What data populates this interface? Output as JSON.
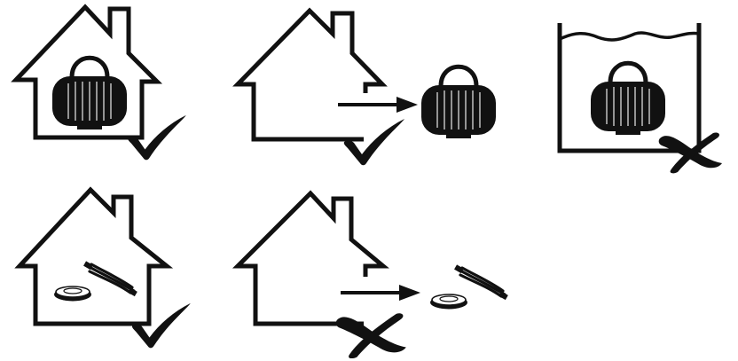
{
  "colors": {
    "ink": "#111111",
    "background": "#ffffff",
    "highlight": "#ffffff"
  },
  "panels": [
    {
      "id": "lamp-indoor",
      "scene": "house",
      "object": "lantern-lamp",
      "placement": "inside",
      "status": "allowed",
      "status_icon": "check-icon"
    },
    {
      "id": "lamp-outdoor",
      "scene": "house-with-exit-arrow",
      "object": "lantern-lamp",
      "placement": "outside",
      "status": "allowed",
      "status_icon": "check-icon"
    },
    {
      "id": "lamp-submerged",
      "scene": "water-tank",
      "object": "lantern-lamp",
      "placement": "in-water",
      "status": "not-allowed",
      "status_icon": "cross-icon"
    },
    {
      "id": "adapter-indoor",
      "scene": "house",
      "object": "charging-pad-and-cable",
      "placement": "inside",
      "status": "allowed",
      "status_icon": "check-icon"
    },
    {
      "id": "adapter-outdoor",
      "scene": "house-with-exit-arrow",
      "object": "charging-pad-and-cable",
      "placement": "outside",
      "status": "not-allowed",
      "status_icon": "cross-icon"
    }
  ]
}
